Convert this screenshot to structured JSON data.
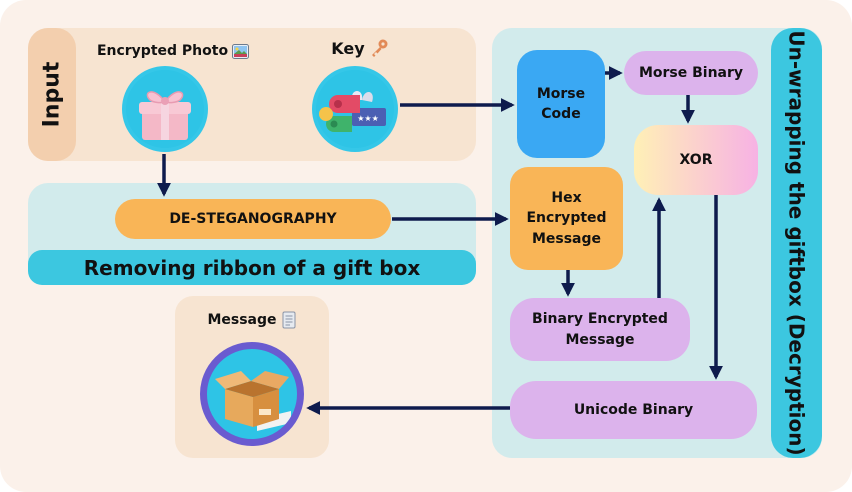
{
  "diagram": {
    "input_label": "Input",
    "encrypted_photo_label": "Encrypted Photo",
    "key_label": "Key",
    "desteg_label": "DE-STEGANOGRAPHY",
    "ribbon_label": "Removing ribbon of a gift box",
    "message_label": "Message",
    "morse_code": "Morse Code",
    "morse_binary": "Morse Binary",
    "xor": "XOR",
    "hex_encrypted": "Hex Encrypted Message",
    "binary_encrypted": "Binary Encrypted Message",
    "unicode_binary": "Unicode Binary",
    "decrypt_label": "Un-wrapping the giftbox (Decryption)"
  },
  "icons": [
    "photo-emoji-icon",
    "key-emoji-icon",
    "scroll-emoji-icon",
    "gift-box-icon",
    "ribbon-rolls-icon",
    "open-box-icon"
  ],
  "colors": {
    "background": "#fbf1ea",
    "input_panel": "#f7e4d1",
    "teal_panel": "#d2ebec",
    "cyan": "#3cc7e0",
    "orange": "#f9b557",
    "lavender": "#dcb3ec",
    "blue": "#3aa8f3",
    "navy_arrow": "#0e1b4d"
  }
}
